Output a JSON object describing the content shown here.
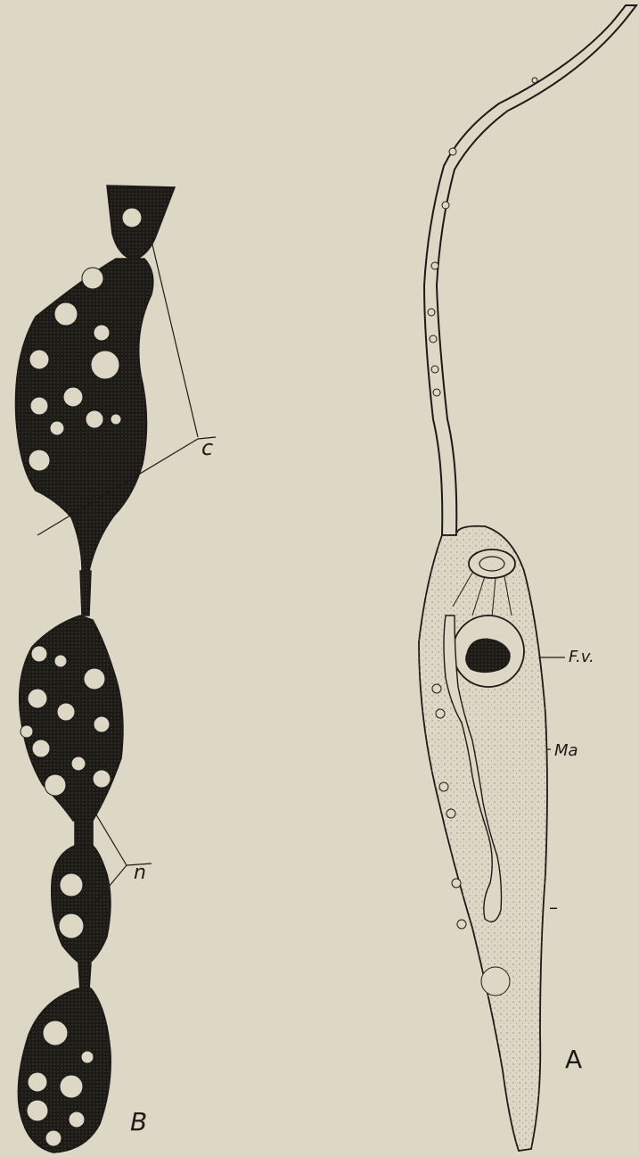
{
  "figure": {
    "labels": {
      "c": "c",
      "n": "n",
      "fv": "F.v.",
      "ma": "Ma",
      "panel_a": "A",
      "panel_b": "B",
      "dash": "–"
    },
    "colors": {
      "paper": "#ddd7c6",
      "ink": "#1c1a17",
      "stipple_light": "#c9c2ae"
    }
  }
}
